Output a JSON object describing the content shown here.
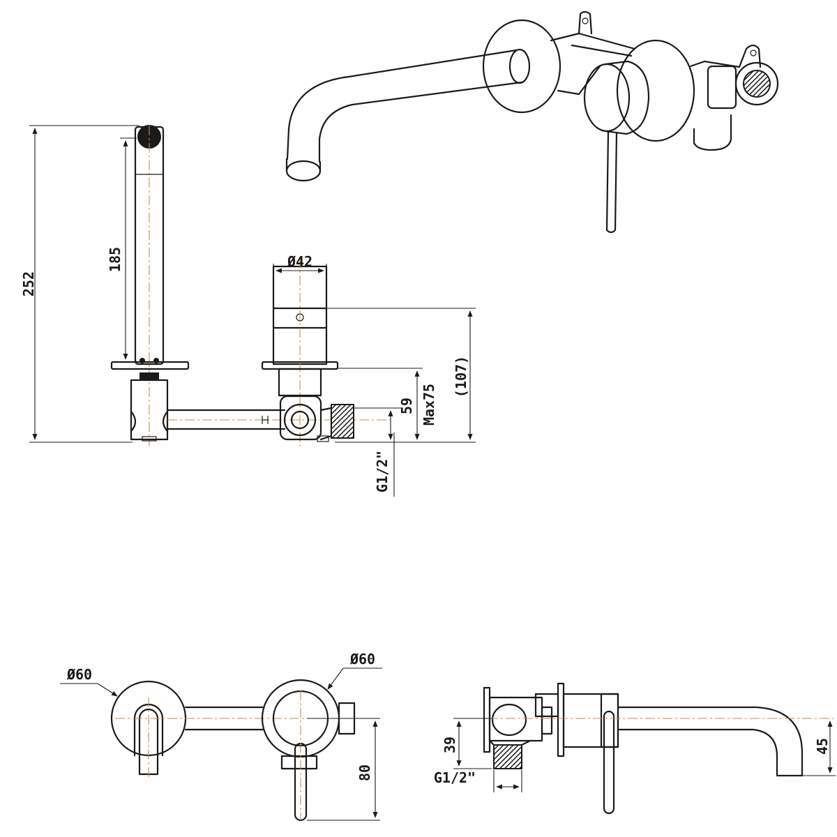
{
  "dimensions": {
    "total_height": "252",
    "spout_height": "185",
    "handle_diameter": "Ø42",
    "body_offset": "(107)",
    "pipe_center": "59",
    "max_depth": "Max75",
    "thread_side": "G1/2\"",
    "rosette_left": "Ø60",
    "rosette_right": "Ø60",
    "lever_length": "80",
    "inlet_offset": "39",
    "thread_bottom": "G1/2\"",
    "spout_drop": "45"
  },
  "colors": {
    "line": "#1a1a1a",
    "centerline": "#c98a4a",
    "background": "#ffffff"
  }
}
